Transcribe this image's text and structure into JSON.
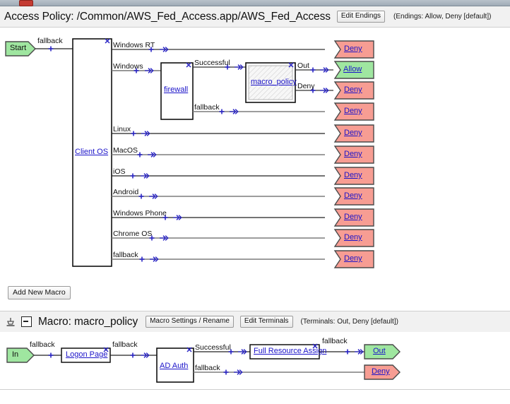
{
  "window": {
    "chrome_icon": "app-icon"
  },
  "policy_header": {
    "title": "Access Policy: /Common/AWS_Fed_Access.app/AWS_Fed_Access",
    "edit_endings_label": "Edit Endings",
    "endings_note": "(Endings: Allow, Deny [default])"
  },
  "policy_flow": {
    "start_node": {
      "label": "Start",
      "color": "#9fe6a0"
    },
    "start_branch_label": "fallback",
    "client_os_node": {
      "label": "Client OS",
      "close_icon": "x"
    },
    "branches": [
      {
        "label": "Windows RT",
        "ending": "Deny"
      },
      {
        "label": "Windows",
        "ending": null
      },
      {
        "label": "Linux",
        "ending": "Deny"
      },
      {
        "label": "MacOS",
        "ending": "Deny"
      },
      {
        "label": "iOS",
        "ending": "Deny"
      },
      {
        "label": "Android",
        "ending": "Deny"
      },
      {
        "label": "Windows Phone",
        "ending": "Deny"
      },
      {
        "label": "Chrome OS",
        "ending": "Deny"
      },
      {
        "label": "fallback",
        "ending": "Deny"
      }
    ],
    "firewall_node": {
      "label": "firewall",
      "close_icon": "x"
    },
    "firewall_branches": [
      {
        "label": "Successful"
      },
      {
        "label": "fallback"
      }
    ],
    "macro_policy_node": {
      "label": "macro_policy",
      "close_icon": "x"
    },
    "macro_policy_branches": [
      {
        "label": "Out",
        "ending": "Allow"
      },
      {
        "label": "Deny",
        "ending": "Deny"
      }
    ],
    "endings": {
      "allow": {
        "label": "Allow",
        "color": "#9fe6a0"
      },
      "deny": {
        "label": "Deny",
        "color": "#f79d93"
      }
    }
  },
  "add_new_macro": {
    "label": "Add New Macro"
  },
  "macro_header": {
    "stamp_icon": "macro-stamp-icon",
    "collapse_icon": "collapse-minus-icon",
    "title": "Macro: macro_policy",
    "macro_settings_label": "Macro Settings / Rename",
    "edit_terminals_label": "Edit Terminals",
    "terminals_note": "(Terminals: Out, Deny [default])"
  },
  "macro_flow": {
    "in_node": {
      "label": "In",
      "color": "#9fe6a0"
    },
    "in_branch_label": "fallback",
    "logon_page_node": {
      "label": "Logon Page",
      "close_icon": "x"
    },
    "logon_branch_label": "fallback",
    "ad_auth_node": {
      "label": "AD Auth",
      "close_icon": "x"
    },
    "ad_auth_branches": [
      {
        "label": "Successful"
      },
      {
        "label": "fallback"
      }
    ],
    "full_resource_node": {
      "label": "Full Resource Assign",
      "close_icon": "x"
    },
    "full_resource_branch_label": "fallback",
    "terminals": {
      "out": {
        "label": "Out",
        "color": "#9fe6a0"
      },
      "deny": {
        "label": "Deny",
        "color": "#f79d93"
      }
    }
  },
  "icons": {
    "add_connector": "plus-icon",
    "arrow_connector": "double-chevron-right-icon",
    "close": "close-x-icon"
  }
}
